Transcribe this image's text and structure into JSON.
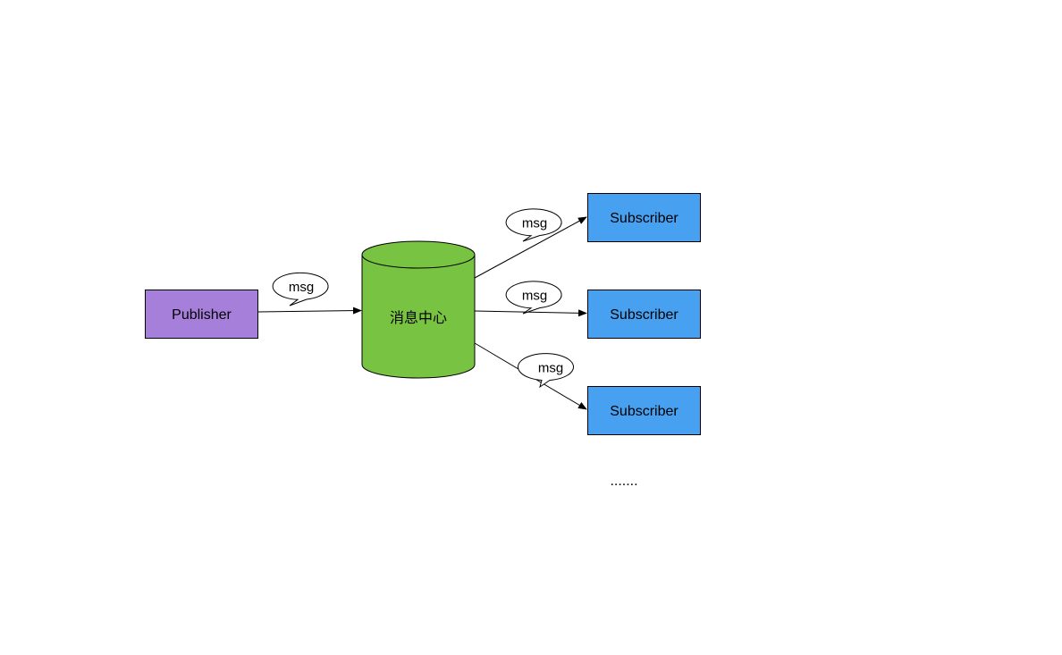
{
  "colors": {
    "publisher_fill": "#a67fdb",
    "hub_fill": "#78c442",
    "subscriber_fill": "#47a0f0",
    "stroke": "#000000",
    "bubble_fill": "#ffffff"
  },
  "publisher": {
    "label": "Publisher"
  },
  "hub": {
    "label": "消息中心"
  },
  "subscribers": [
    {
      "label": "Subscriber"
    },
    {
      "label": "Subscriber"
    },
    {
      "label": "Subscriber"
    }
  ],
  "messages": {
    "publish": "msg",
    "deliver_1": "msg",
    "deliver_2": "msg",
    "deliver_3": "msg"
  },
  "more_indicator": "......."
}
